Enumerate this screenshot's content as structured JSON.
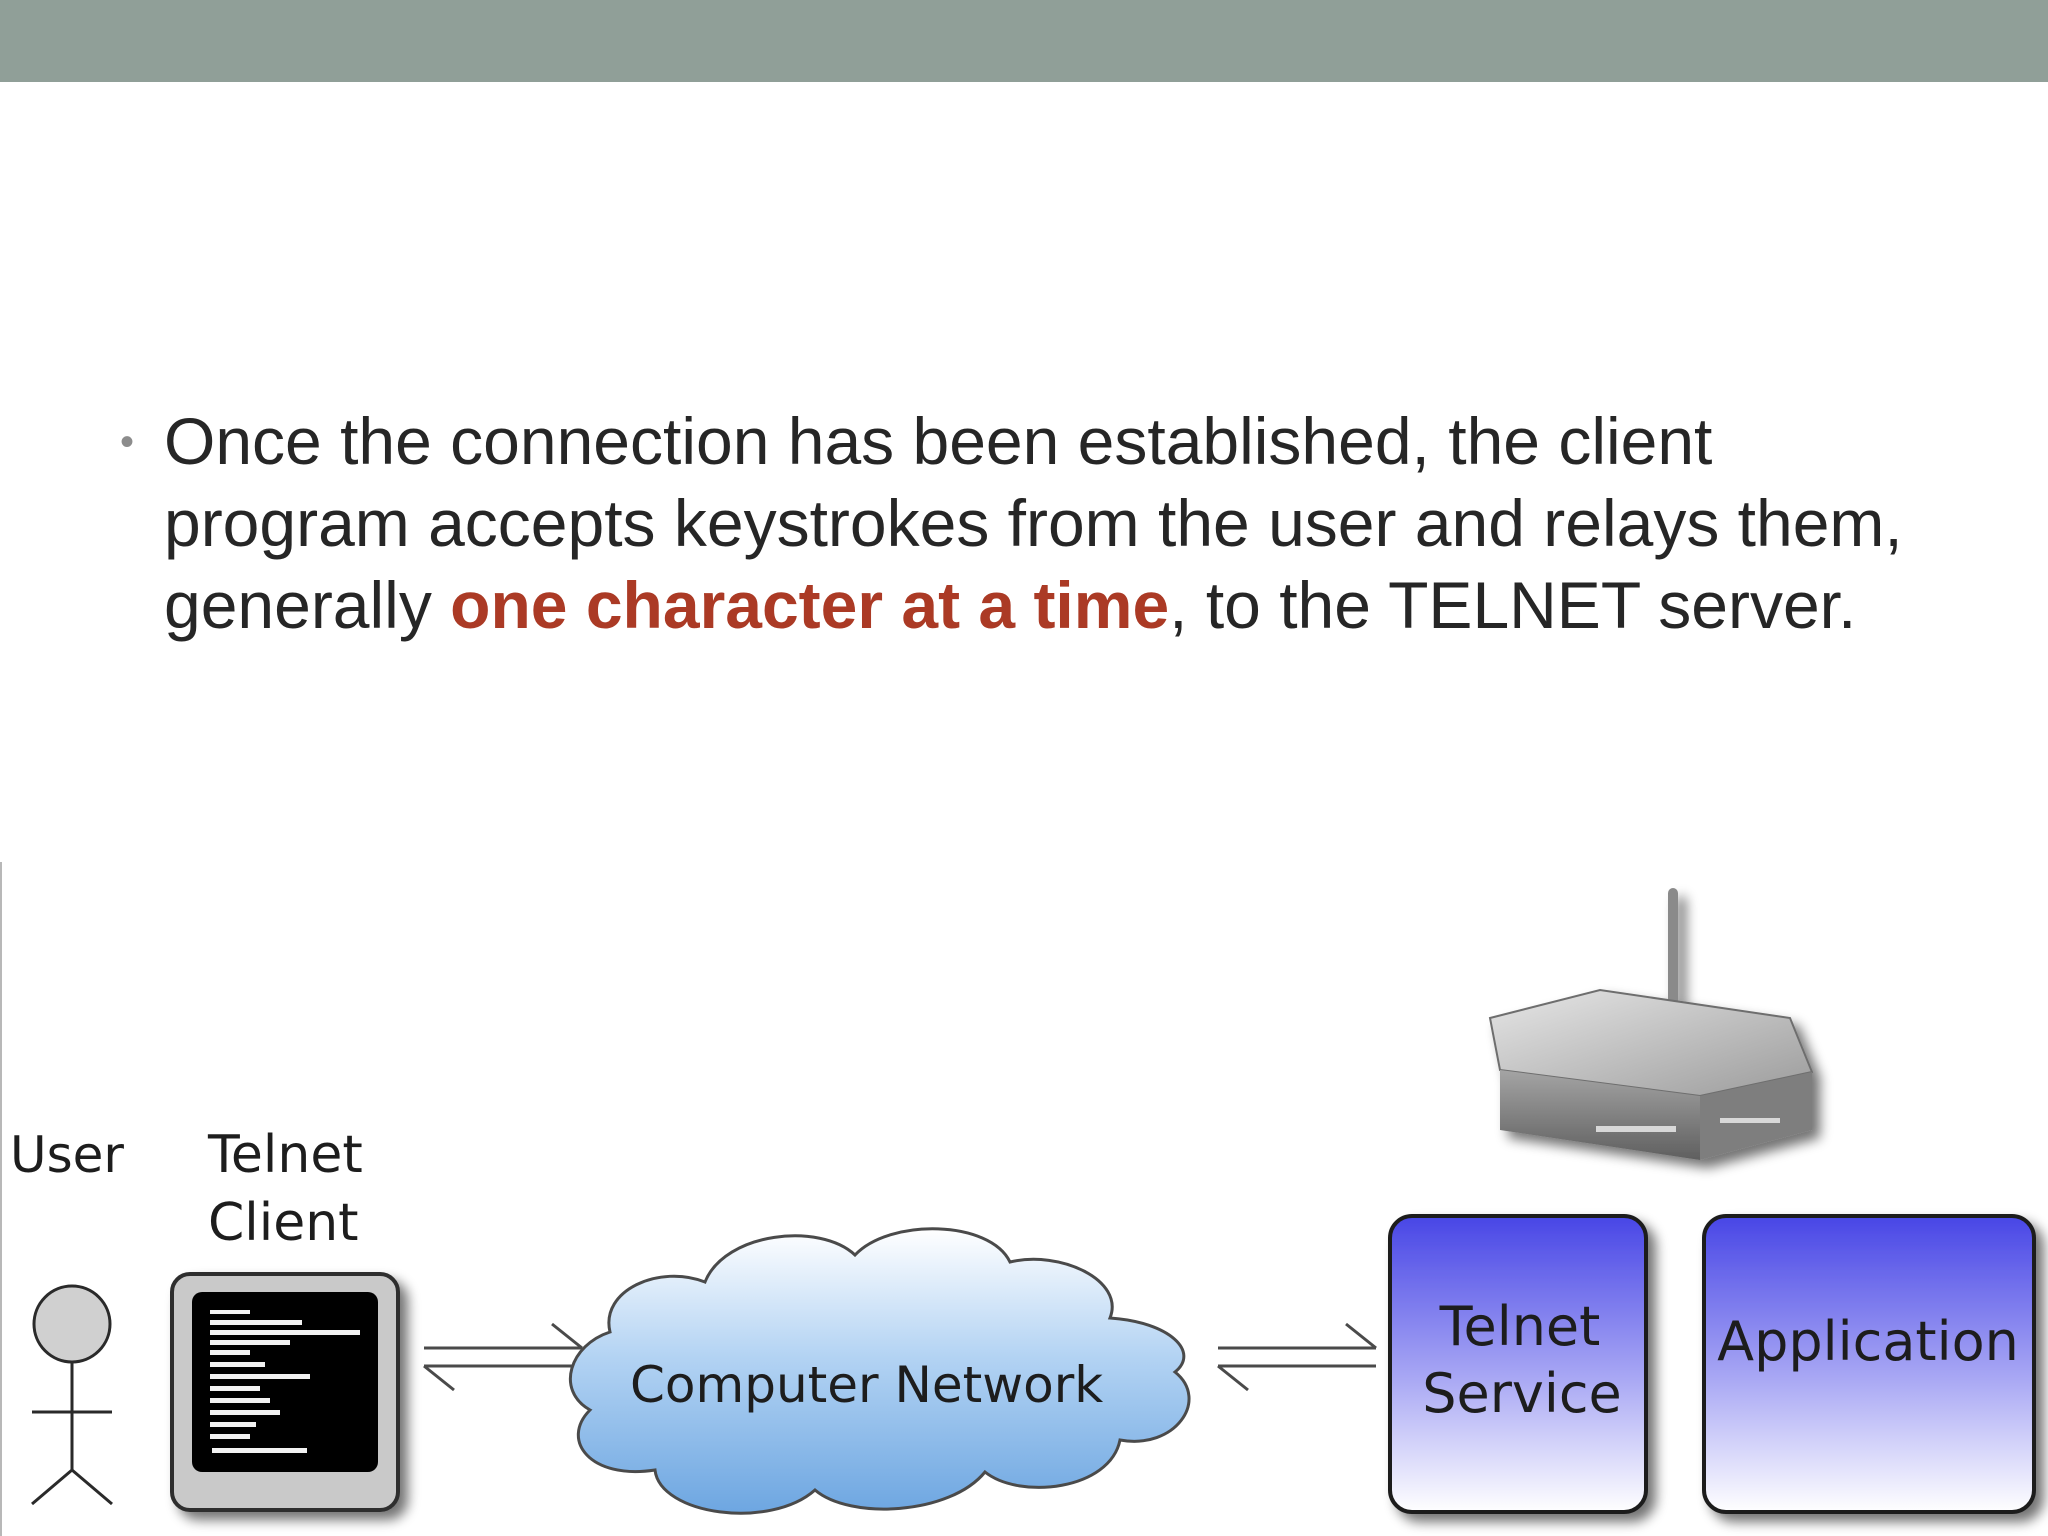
{
  "slide": {
    "bullet": {
      "part1": "Once the connection has been established, the client program accepts keystrokes from the user and relays them, generally ",
      "highlight": "one character at a time",
      "part2": ", to the TELNET server."
    },
    "colors": {
      "header_bar": "#909f98",
      "highlight": "#ab3a25",
      "service_box_top": "#4a48e8",
      "cloud_fill": "#8fbce8"
    }
  },
  "diagram": {
    "user_label": "User",
    "client_label_line1": "Telnet",
    "client_label_line2": "Client",
    "network_label": "Computer Network",
    "service_label_line1": "Telnet",
    "service_label_line2": "Service",
    "application_label": "Application",
    "icons": [
      "stick-figure-icon",
      "terminal-icon",
      "cloud-icon",
      "router-icon",
      "double-arrow-icon"
    ]
  }
}
